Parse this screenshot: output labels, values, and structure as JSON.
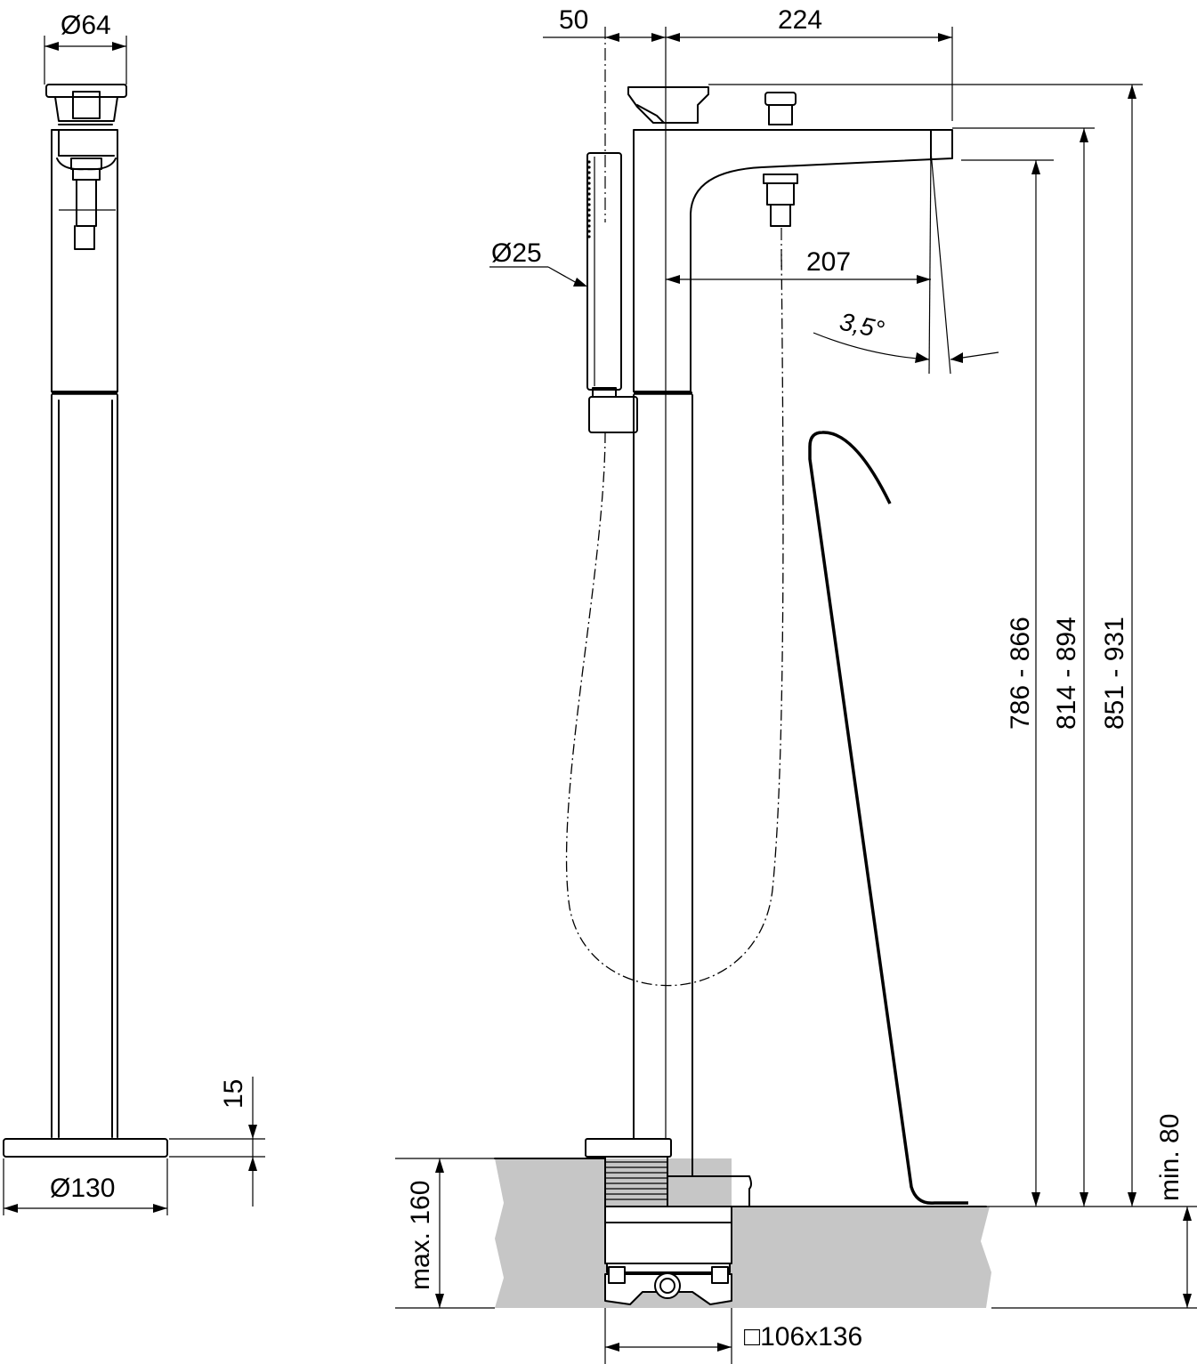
{
  "dimensions": {
    "top_diameter": "Ø64",
    "base_diameter": "Ø130",
    "base_thickness": "15",
    "handshower_diameter": "Ø25",
    "handshower_offset": "50",
    "spout_projection": "224",
    "spout_reach": "207",
    "spout_angle": "3,5°",
    "height_outlet": "786 - 866",
    "height_spout_top": "814 - 894",
    "height_total": "851 - 931",
    "floor_depth_max": "max. 160",
    "floor_depth_min": "min. 80",
    "box_size": "□106x136"
  }
}
